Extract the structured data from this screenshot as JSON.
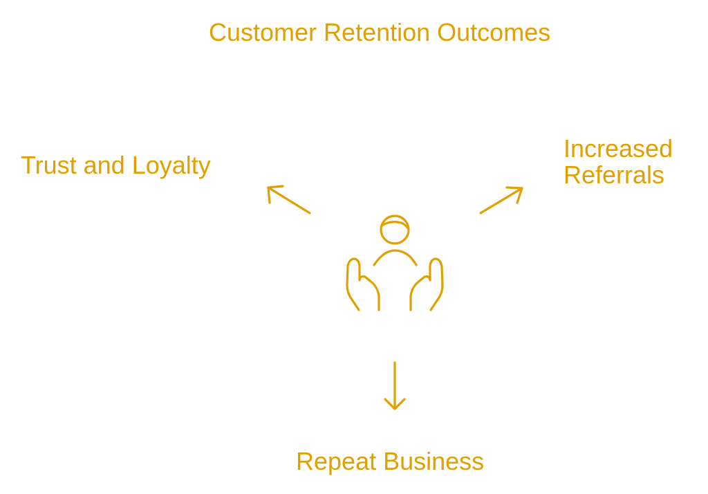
{
  "diagram": {
    "title": "Customer Retention Outcomes",
    "center_icon": "customer-in-hands-icon",
    "accent_color": "#E0A000",
    "outcomes": {
      "trust": "Trust and Loyalty",
      "referrals_line1": "Increased",
      "referrals_line2": "Referrals",
      "repeat": "Repeat Business"
    }
  }
}
